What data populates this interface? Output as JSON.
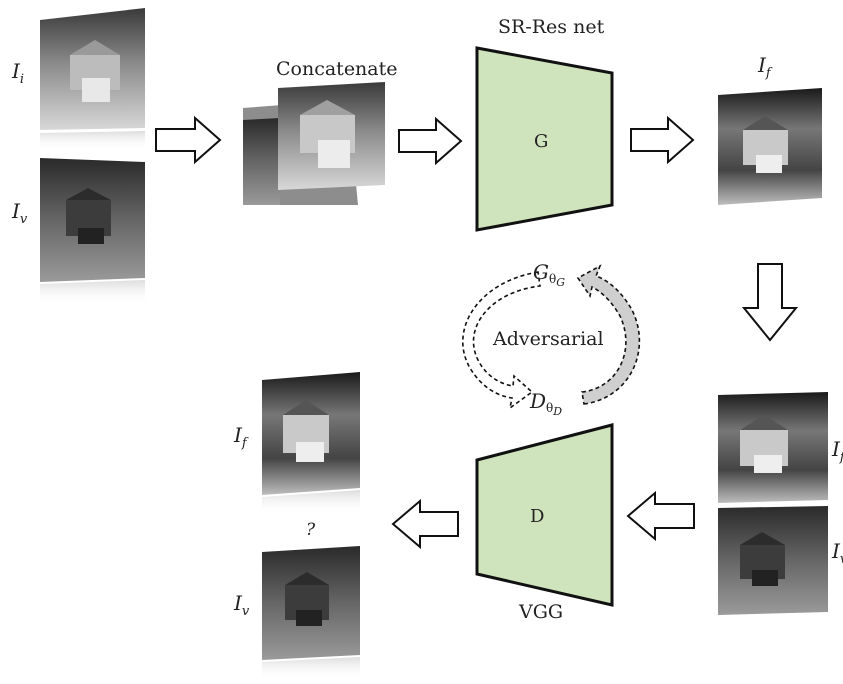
{
  "top": {
    "input_infrared_label": "I",
    "input_infrared_sub": "i",
    "input_visible_label": "I",
    "input_visible_sub": "v",
    "concat_label": "Concatenate",
    "generator_title": "SR-Res net",
    "generator_letter": "G",
    "fused_label": "I",
    "fused_sub": "f"
  },
  "middle": {
    "adversarial_label": "Adversarial",
    "g_theta": {
      "base": "G",
      "sub": "θ",
      "subsub": "G"
    },
    "d_theta": {
      "base": "D",
      "sub": "θ",
      "subsub": "D"
    }
  },
  "bottom": {
    "discriminator_letter": "D",
    "discriminator_title": "VGG",
    "right_fused_label": "I",
    "right_fused_sub": "f",
    "right_visible_label": "I",
    "right_visible_sub": "v",
    "left_fused_label": "I",
    "left_fused_sub": "f",
    "left_visible_label": "I",
    "left_visible_sub": "v",
    "question_mark": "?"
  },
  "colors": {
    "network_fill": "#cfe3bd",
    "network_stroke": "#111111",
    "arrow_stroke": "#111111",
    "cycle_fill": "#cfcfcf"
  }
}
